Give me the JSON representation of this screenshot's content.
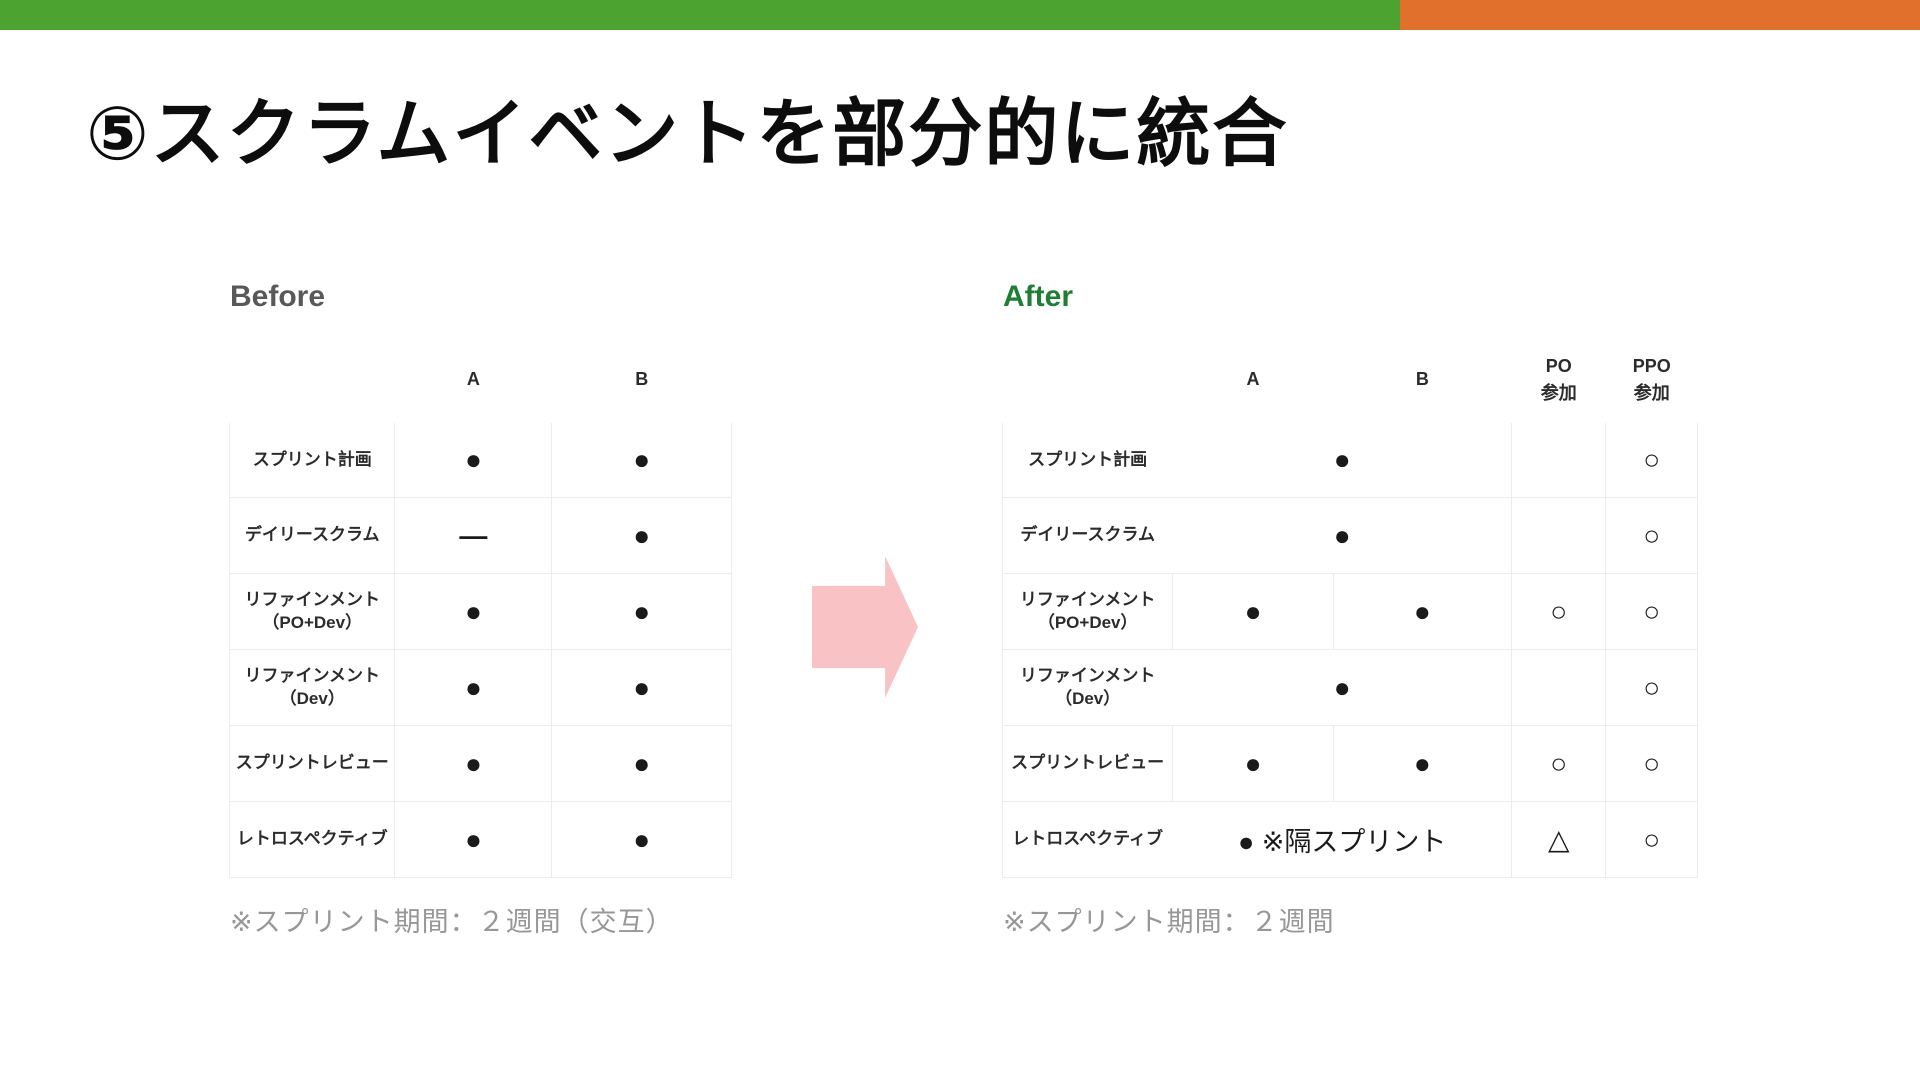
{
  "title": "⑤スクラムイベントを部分的に統合",
  "colors": {
    "topbar_green": "#4CA32F",
    "topbar_orange": "#E2702D",
    "header_yellow": "#FBD44C",
    "header_green": "#A8E4BE",
    "header_peach": "#F3CFA7",
    "header_gray": "#E2E2E2",
    "row_highlight_yellow": "#FBF2BE",
    "arrow_pink": "#F9C2C5",
    "before_heading_gray": "#595959",
    "after_heading_green": "#1E7E34"
  },
  "before": {
    "heading": "Before",
    "columns": [
      "",
      "A",
      "B"
    ],
    "rows": [
      {
        "label": "スプリント計画",
        "a": "●",
        "b": "●"
      },
      {
        "label": "デイリースクラム",
        "a": "―",
        "b": "●"
      },
      {
        "label": "リファインメント\n（PO+Dev）",
        "a": "●",
        "b": "●"
      },
      {
        "label": "リファインメント\n（Dev）",
        "a": "●",
        "b": "●"
      },
      {
        "label": "スプリントレビュー",
        "a": "●",
        "b": "●"
      },
      {
        "label": "レトロスペクティブ",
        "a": "●",
        "b": "●"
      }
    ],
    "footnote": "※スプリント期間：２週間（交互）"
  },
  "after": {
    "heading": "After",
    "columns": [
      "",
      "A",
      "B",
      "PO\n参加",
      "PPO\n参加"
    ],
    "rows": [
      {
        "label": "スプリント計画",
        "merged": "●",
        "po": "",
        "ppo": "○",
        "highlight": true
      },
      {
        "label": "デイリースクラム",
        "merged": "●",
        "po": "",
        "ppo": "○",
        "highlight": true
      },
      {
        "label": "リファインメント\n（PO+Dev）",
        "a": "●",
        "b": "●",
        "po": "○",
        "ppo": "○",
        "highlight": false
      },
      {
        "label": "リファインメント\n（Dev）",
        "merged": "●",
        "po": "",
        "ppo": "○",
        "highlight": true
      },
      {
        "label": "スプリントレビュー",
        "a": "●",
        "b": "●",
        "po": "○",
        "ppo": "○",
        "highlight": false
      },
      {
        "label": "レトロスペクティブ",
        "merged": "● ※隔スプリント",
        "po": "△",
        "ppo": "○",
        "highlight": true
      }
    ],
    "footnote": "※スプリント期間：２週間"
  }
}
